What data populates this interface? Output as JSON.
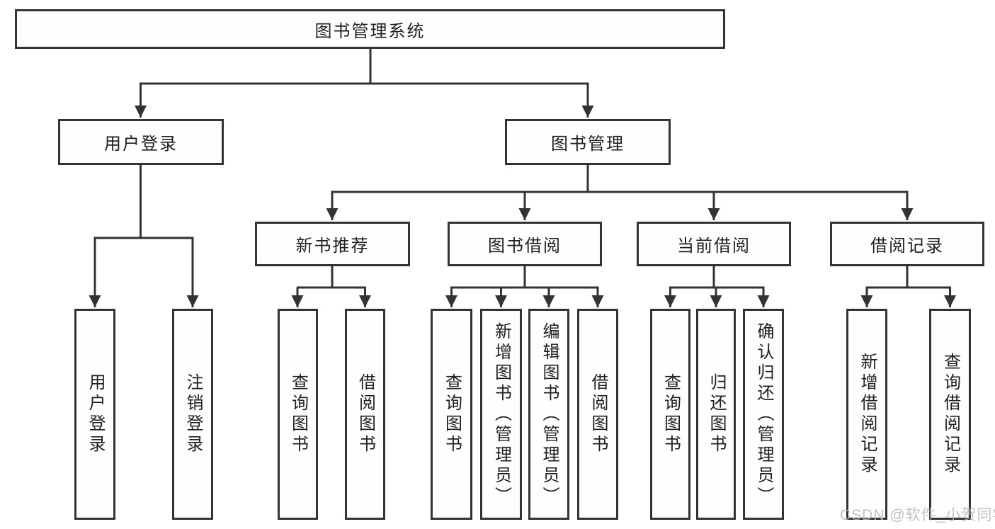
{
  "diagram": {
    "root": "图书管理系统",
    "userLogin": {
      "label": "用户登录",
      "children": [
        "用户登录",
        "注销登录"
      ]
    },
    "bookMgmt": {
      "label": "图书管理",
      "sections": [
        {
          "label": "新书推荐",
          "children": [
            "查询图书",
            "借阅图书"
          ]
        },
        {
          "label": "图书借阅",
          "children": [
            "查询图书",
            "新增图书（管理员）",
            "编辑图书（管理员）",
            "借阅图书"
          ]
        },
        {
          "label": "当前借阅",
          "children": [
            "查询图书",
            "归还图书",
            "确认归还（管理员）"
          ]
        },
        {
          "label": "借阅记录",
          "children": [
            "新增借阅记录",
            "查询借阅记录"
          ]
        }
      ]
    }
  },
  "watermark": "CSDN @软件_小贺同学",
  "colors": {
    "line": "#333333",
    "text": "#1f1f1f",
    "background": "#ffffff",
    "watermark": "#b7b7b7"
  }
}
